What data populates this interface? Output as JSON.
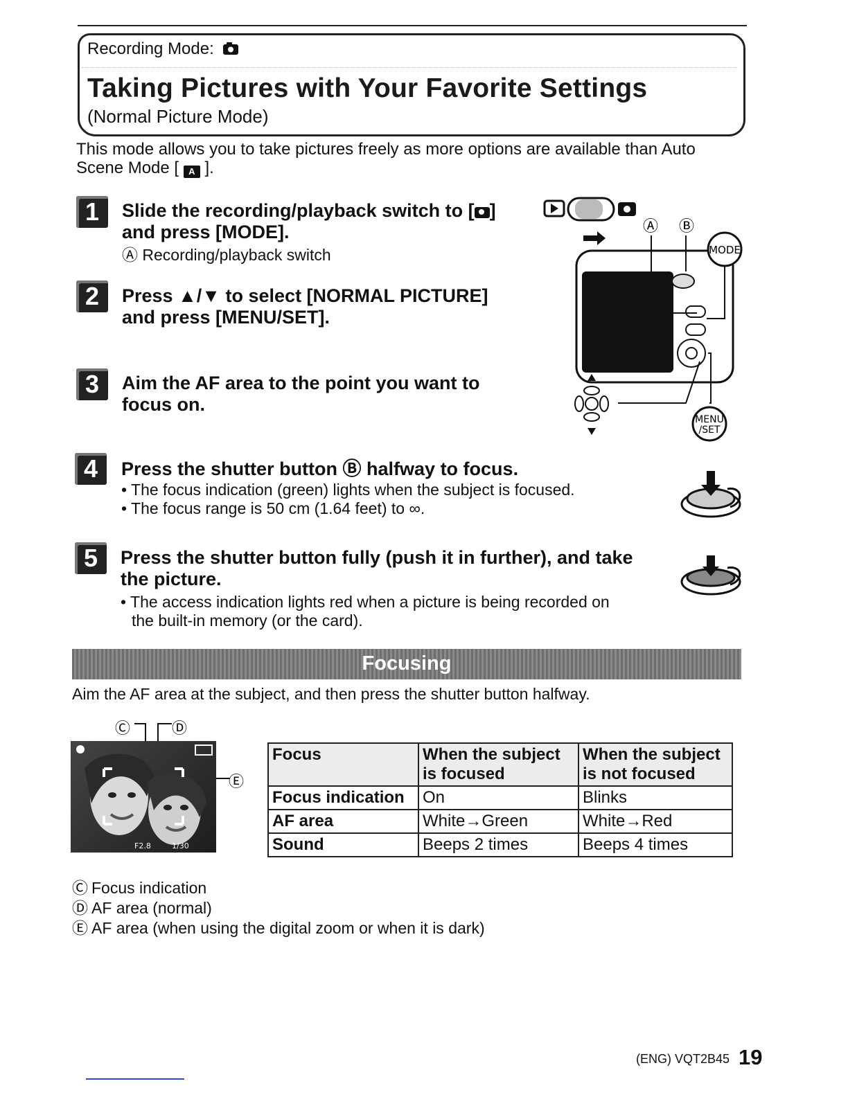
{
  "header": {
    "recording_mode_label": "Recording Mode:",
    "title": "Taking Pictures with Your Favorite Settings",
    "subtitle": "(Normal Picture Mode)"
  },
  "intro": {
    "text_before_icon": "This mode allows you to take pictures freely as more options are available than Auto Scene Mode [",
    "text_after_icon": "]."
  },
  "steps": [
    {
      "number": "1",
      "heading_line1": "Slide the recording/playback switch to [",
      "heading_line1_end": "]",
      "heading_line2": "and press [MODE].",
      "sub": "Ⓐ Recording/playback switch"
    },
    {
      "number": "2",
      "heading_line1": "Press ▲/▼ to select [NORMAL PICTURE]",
      "heading_line2": "and press [MENU/SET]."
    },
    {
      "number": "3",
      "heading_line1": "Aim the AF area to the point you want to",
      "heading_line2": "focus on."
    },
    {
      "number": "4",
      "heading_line1": "Press the shutter button Ⓑ halfway to focus.",
      "bullets": [
        "The focus indication (green) lights when the subject is focused.",
        "The focus range is 50 cm (1.64 feet) to ∞."
      ]
    },
    {
      "number": "5",
      "heading_line1": "Press the shutter button fully (push it in further), and take",
      "heading_line2": "the picture.",
      "bullets": [
        "The access indication lights red when a picture is being recorded on",
        "the built-in memory (or the card)."
      ]
    }
  ],
  "camera_diagram": {
    "label_a": "Ⓐ",
    "label_b": "Ⓑ",
    "mode_button": "MODE",
    "menu_button_line1": "MENU",
    "menu_button_line2": "/SET"
  },
  "focusing": {
    "banner_title": "Focusing",
    "intro": "Aim the AF area at the subject, and then press the shutter button halfway.",
    "photo_labels": {
      "c": "Ⓒ",
      "d": "Ⓓ",
      "e": "Ⓔ",
      "aperture": "F2.8",
      "shutter": "1/30"
    },
    "table": {
      "header": [
        "Focus",
        "When the subject is focused",
        "When the subject is not focused"
      ],
      "rows": [
        [
          "Focus indication",
          "On",
          "Blinks"
        ],
        [
          "AF area",
          "White→Green",
          "White→Red"
        ],
        [
          "Sound",
          "Beeps 2 times",
          "Beeps 4 times"
        ]
      ]
    },
    "legend": [
      {
        "mark": "Ⓒ",
        "text": "Focus indication"
      },
      {
        "mark": "Ⓓ",
        "text": "AF area (normal)"
      },
      {
        "mark": "Ⓔ",
        "text": "AF area (when using the digital zoom or when it is dark)"
      }
    ]
  },
  "footer": {
    "code": "(ENG) VQT2B45",
    "page": "19"
  }
}
